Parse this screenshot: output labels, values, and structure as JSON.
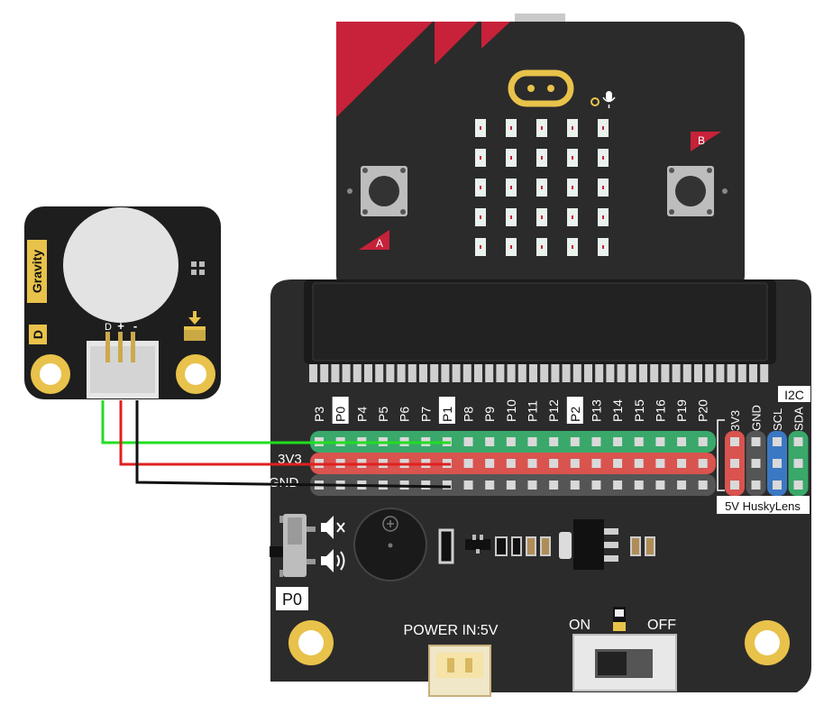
{
  "module": {
    "brand": "Gravity",
    "pin_id": "D",
    "pin_marks": [
      "D",
      "+",
      "-"
    ]
  },
  "microbit": {
    "button_a": "A",
    "button_b": "B"
  },
  "expansion_board": {
    "pin_labels": [
      "P3",
      "P0",
      "P4",
      "P5",
      "P6",
      "P7",
      "P1",
      "P8",
      "P9",
      "P10",
      "P11",
      "P12",
      "P2",
      "P13",
      "P14",
      "P15",
      "P16",
      "P19",
      "P20"
    ],
    "highlighted_pins": [
      "P0",
      "P1",
      "P2"
    ],
    "right_header_labels": [
      "3V3",
      "GND",
      "SCL",
      "SDA"
    ],
    "i2c_label": "I2C",
    "row_3v3": "3V3",
    "row_gnd": "GND",
    "huskylens_label": "5V HuskyLens",
    "p0_label": "P0",
    "power_label": "POWER IN:5V",
    "on_label": "ON",
    "off_label": "OFF"
  },
  "wires": [
    {
      "name": "signal",
      "color": "#22dd22",
      "to_pin": "P1"
    },
    {
      "name": "vcc",
      "color": "#e02020",
      "to_pin": "P1"
    },
    {
      "name": "ground",
      "color": "#111111",
      "to_pin": "P1"
    }
  ],
  "colors": {
    "board": "#2b2b2b",
    "microbit_red": "#c7223a",
    "gold": "#e8c24a",
    "signal_row": "#3aa86a",
    "power_row": "#d9534f",
    "gnd_row": "#555555",
    "scl_sda_blue": "#3b78c4",
    "button_grey": "#b5b5b5"
  }
}
